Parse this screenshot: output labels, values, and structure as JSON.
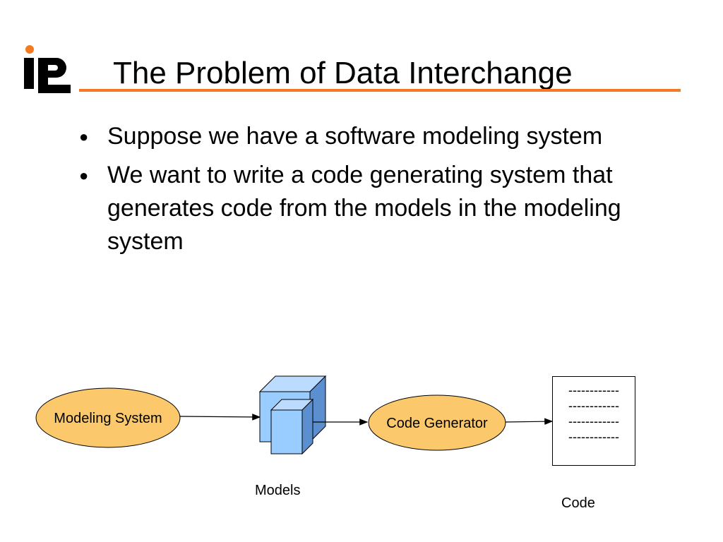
{
  "slide": {
    "title": "The Problem of Data Interchange",
    "logo": {
      "icon": "ipl-logo-icon",
      "accent": "#f47920"
    },
    "bullets": [
      "Suppose we have a software modeling system",
      "We want to write a code generating system that generates code from the models in the modeling system"
    ]
  },
  "diagram": {
    "modeling_system": "Modeling System",
    "code_generator": "Code Generator",
    "models_label": "Models",
    "code_label": "Code",
    "code_lines": [
      "------------",
      "------------",
      "------------",
      "------------"
    ],
    "colors": {
      "ellipse_fill": "#fbc96b",
      "cube_front": "#99ccff",
      "cube_side": "#5b8fd0",
      "accent": "#f47920"
    }
  }
}
